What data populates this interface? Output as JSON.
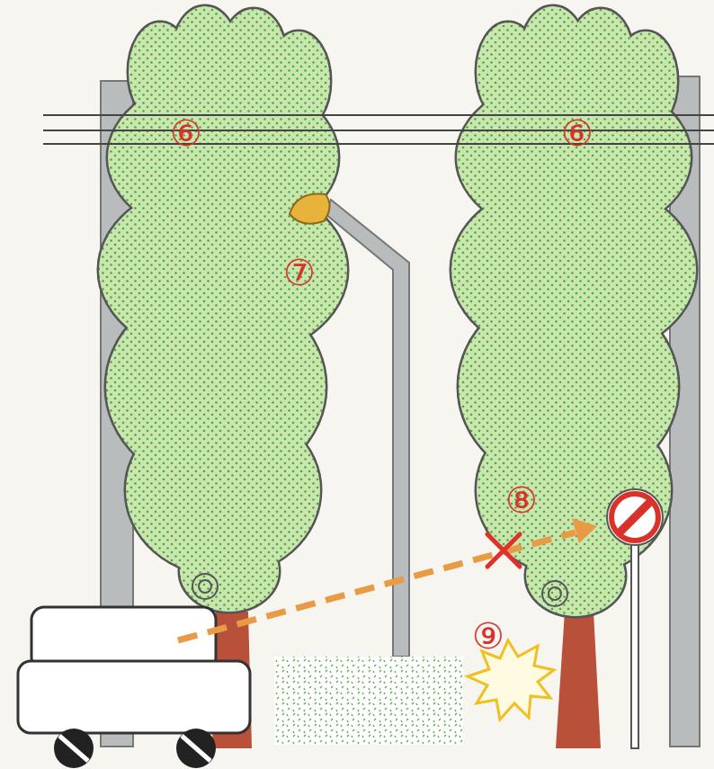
{
  "diagram": {
    "labels": [
      "⑥",
      "⑥",
      "⑦",
      "⑧",
      "⑨"
    ]
  }
}
